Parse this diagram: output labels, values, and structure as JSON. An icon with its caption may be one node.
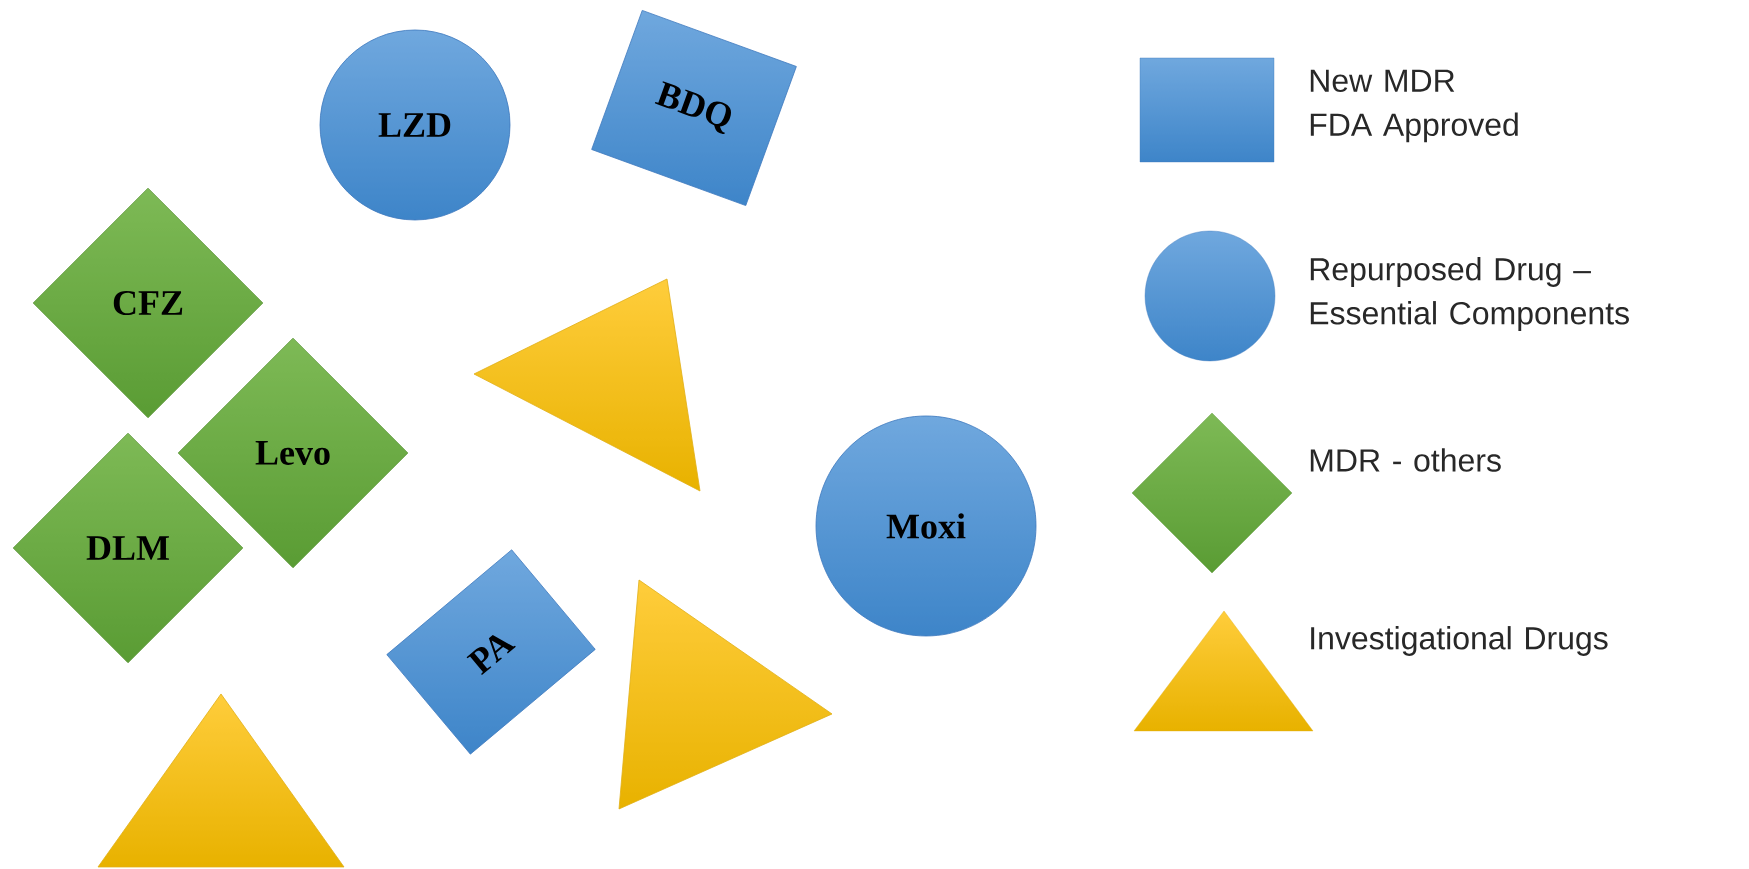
{
  "diagram": {
    "nodes": [
      {
        "text": [
          "LZD"
        ]
      },
      {
        "text": [
          "BDQ"
        ]
      },
      {
        "text": [
          "CFZ"
        ]
      },
      {
        "text": [
          "Levo"
        ]
      },
      {
        "text": [],
        "shape": "triangle"
      },
      {
        "text": [
          "DLM"
        ]
      },
      {
        "text": [
          "Moxi"
        ]
      },
      {
        "text": [
          "PA"
        ]
      },
      {
        "text": [],
        "shape": "triangle"
      },
      {
        "text": [],
        "shape": "triangle"
      }
    ],
    "edges": [],
    "legend": [
      {
        "text": "New MDR FDA Approved"
      },
      {
        "text": "Repurposed Drug – Essential Components"
      },
      {
        "text": "MDR - others"
      },
      {
        "text": "Investigational Drugs"
      }
    ]
  }
}
